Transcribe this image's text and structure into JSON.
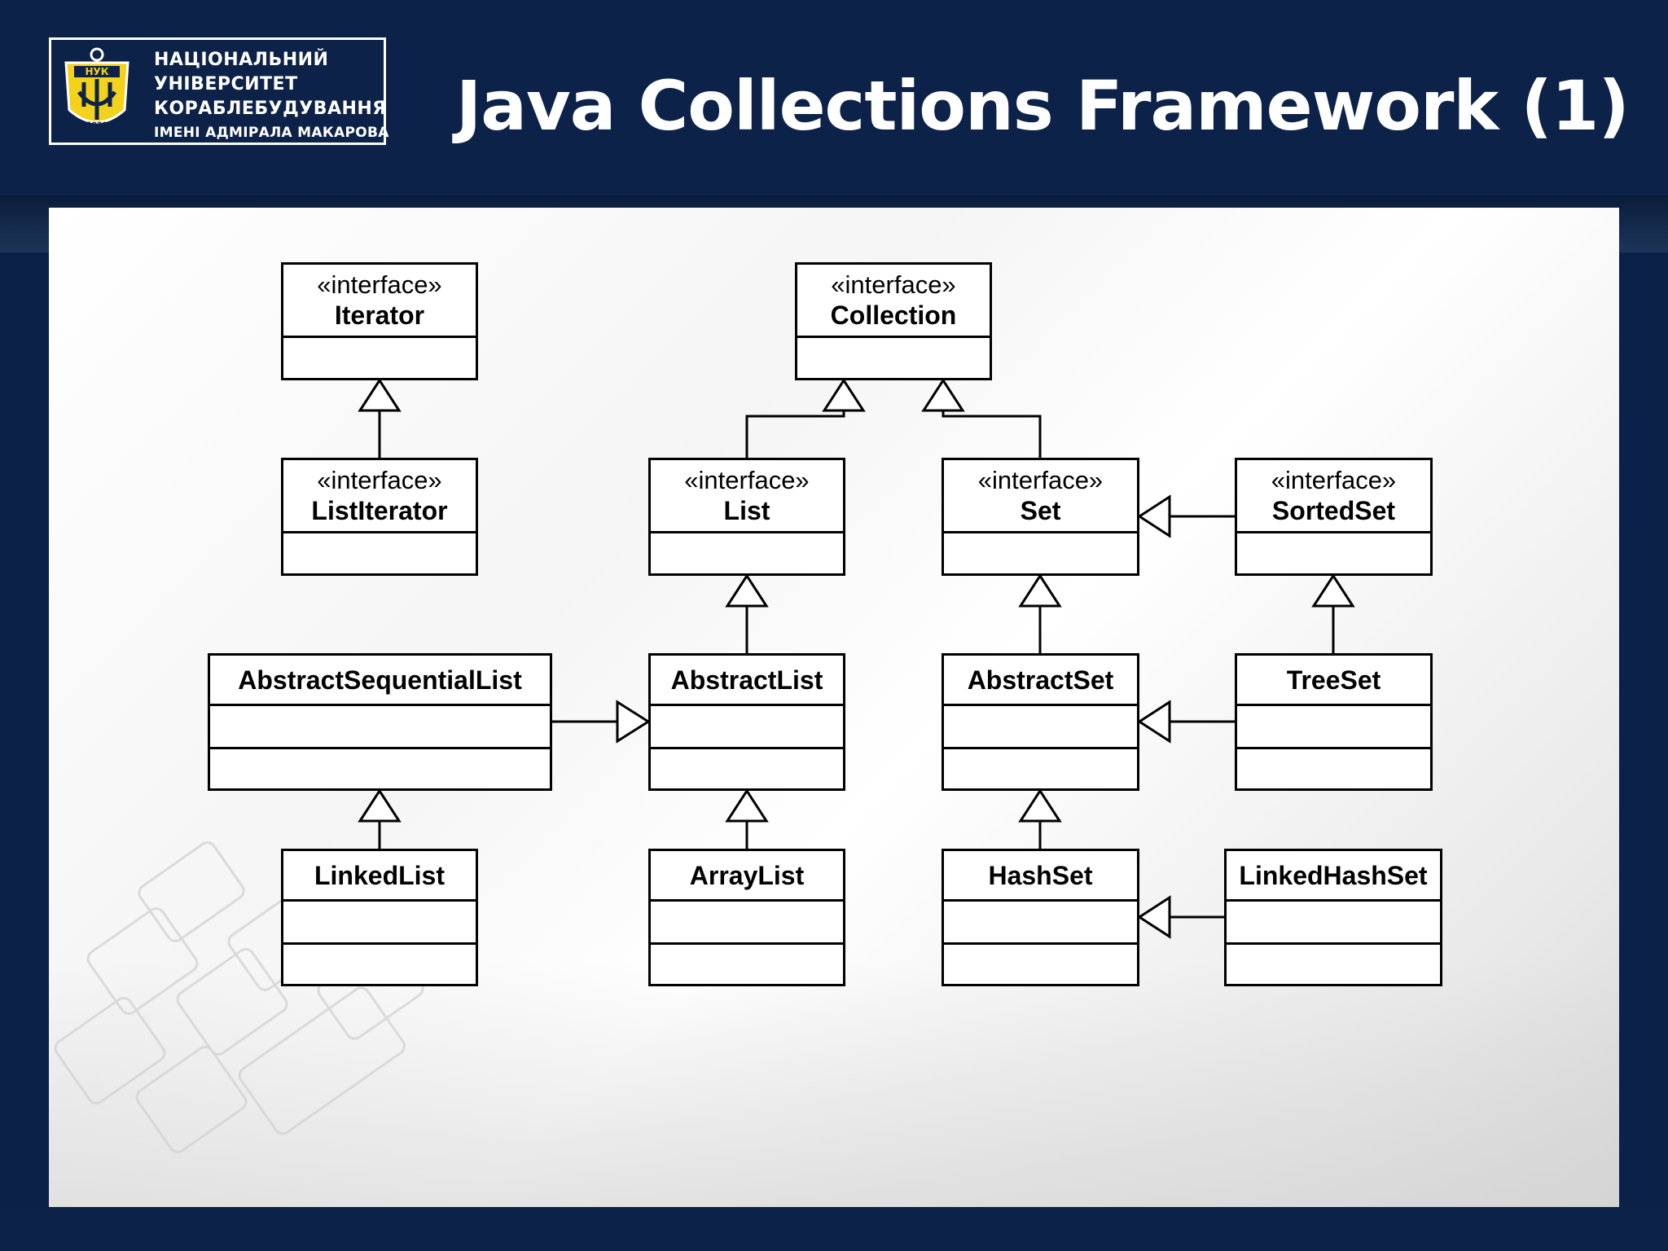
{
  "slide": {
    "title": "Java Collections Framework (1)",
    "logo": {
      "line1": "НАЦІОНАЛЬНИЙ",
      "line2": "УНІВЕРСИТЕТ",
      "line3": "КОРАБЛЕБУДУВАННЯ",
      "line4": "ІМЕНІ АДМІРАЛА МАКАРОВА",
      "emblem_text": "НУК",
      "emblem_year": "1920"
    }
  },
  "diagram": {
    "stereotype": "«interface»",
    "classes": {
      "iterator": {
        "name": "Iterator",
        "interface": true
      },
      "collection": {
        "name": "Collection",
        "interface": true
      },
      "listiterator": {
        "name": "ListIterator",
        "interface": true
      },
      "list": {
        "name": "List",
        "interface": true
      },
      "set": {
        "name": "Set",
        "interface": true
      },
      "sortedset": {
        "name": "SortedSet",
        "interface": true
      },
      "abstractsequentiallist": {
        "name": "AbstractSequentialList",
        "interface": false
      },
      "abstractlist": {
        "name": "AbstractList",
        "interface": false
      },
      "abstractset": {
        "name": "AbstractSet",
        "interface": false
      },
      "treeset": {
        "name": "TreeSet",
        "interface": false
      },
      "linkedlist": {
        "name": "LinkedList",
        "interface": false
      },
      "arraylist": {
        "name": "ArrayList",
        "interface": false
      },
      "hashset": {
        "name": "HashSet",
        "interface": false
      },
      "linkedhashset": {
        "name": "LinkedHashSet",
        "interface": false
      }
    },
    "relations": [
      {
        "from": "listiterator",
        "to": "iterator",
        "kind": "generalization"
      },
      {
        "from": "list",
        "to": "collection",
        "kind": "generalization"
      },
      {
        "from": "set",
        "to": "collection",
        "kind": "generalization"
      },
      {
        "from": "sortedset",
        "to": "set",
        "kind": "generalization"
      },
      {
        "from": "abstractlist",
        "to": "list",
        "kind": "generalization"
      },
      {
        "from": "abstractset",
        "to": "set",
        "kind": "generalization"
      },
      {
        "from": "treeset",
        "to": "sortedset",
        "kind": "generalization"
      },
      {
        "from": "abstractsequentiallist",
        "to": "abstractlist",
        "kind": "generalization"
      },
      {
        "from": "treeset",
        "to": "abstractset",
        "kind": "generalization"
      },
      {
        "from": "linkedlist",
        "to": "abstractsequentiallist",
        "kind": "generalization"
      },
      {
        "from": "arraylist",
        "to": "abstractlist",
        "kind": "generalization"
      },
      {
        "from": "hashset",
        "to": "abstractset",
        "kind": "generalization"
      },
      {
        "from": "linkedhashset",
        "to": "hashset",
        "kind": "generalization"
      }
    ]
  }
}
